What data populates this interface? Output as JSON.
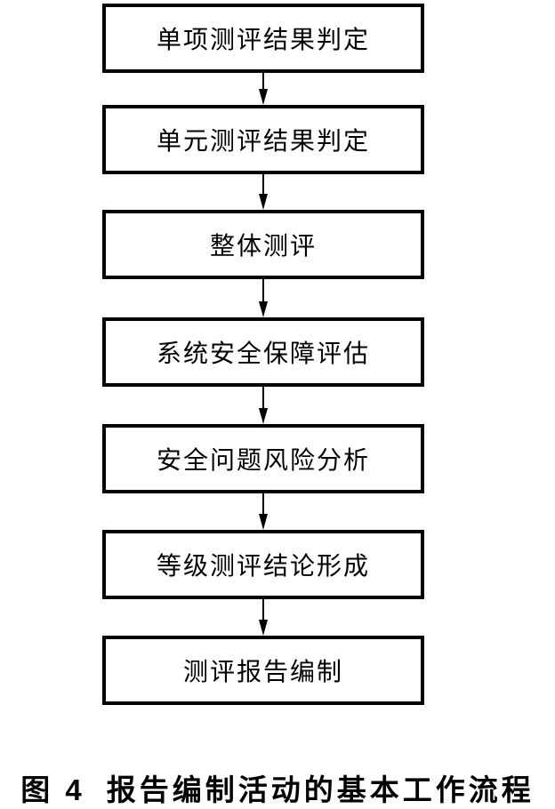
{
  "figure": {
    "type": "flowchart",
    "flow_direction": "top-to-bottom",
    "steps": [
      {
        "label": "单项测评结果判定"
      },
      {
        "label": "单元测评结果判定"
      },
      {
        "label": "整体测评"
      },
      {
        "label": "系统安全保障评估"
      },
      {
        "label": "安全问题风险分析"
      },
      {
        "label": "等级测评结论形成"
      },
      {
        "label": "测评报告编制"
      }
    ],
    "connections": [
      {
        "from": "单项测评结果判定",
        "to": "单元测评结果判定"
      },
      {
        "from": "单元测评结果判定",
        "to": "整体测评"
      },
      {
        "from": "整体测评",
        "to": "系统安全保障评估"
      },
      {
        "from": "系统安全保障评估",
        "to": "安全问题风险分析"
      },
      {
        "from": "安全问题风险分析",
        "to": "等级测评结论形成"
      },
      {
        "from": "等级测评结论形成",
        "to": "测评报告编制"
      }
    ],
    "caption": {
      "figure_label": "图 4",
      "title": "报告编制活动的基本工作流程"
    },
    "colors": {
      "background": "#ffffff",
      "line": "#000000",
      "text": "#000000"
    }
  }
}
